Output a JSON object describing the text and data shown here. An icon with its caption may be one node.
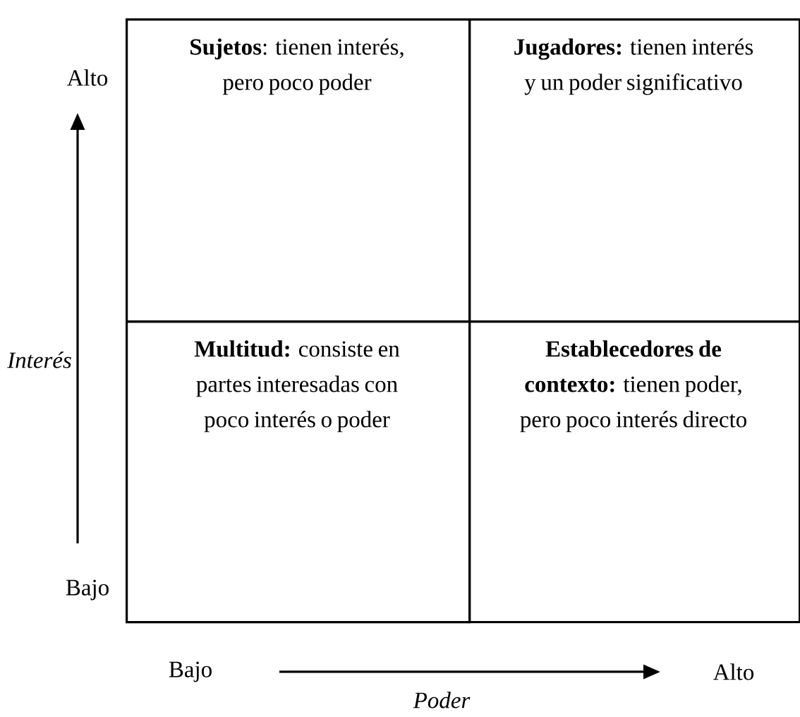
{
  "diagram": {
    "nodes": [
      {
        "text": [
          "**Sujetos**: tienen interés, pero poco poder"
        ]
      },
      {
        "text": [
          "**Jugadores:** tienen interés y un poder significativo"
        ]
      },
      {
        "text": [
          "**Multitud:** consiste en partes interesadas con poco interés o poder"
        ]
      },
      {
        "text": [
          "**Establecedores de contexto:** tienen poder, pero poco interés directo"
        ]
      }
    ],
    "labels": [
      "Alto",
      "Interés",
      "Bajo",
      "Bajo",
      "Poder",
      "Alto"
    ]
  }
}
